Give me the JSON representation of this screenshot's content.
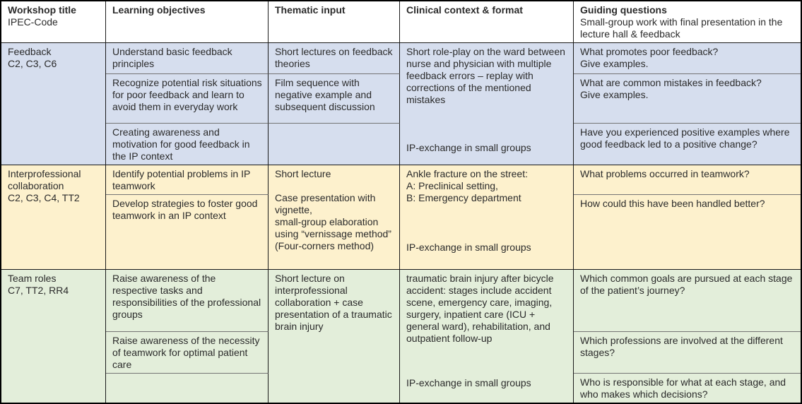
{
  "header": {
    "workshop_title": "Workshop title",
    "workshop_sub": "IPEC-Code",
    "objectives": "Learning objectives",
    "thematic": "Thematic input",
    "clinical": "Clinical context & format",
    "guiding_title": "Guiding questions",
    "guiding_sub": "Small-group work with final presentation in the lecture hall & feedback"
  },
  "colors": {
    "border": "#000000",
    "header_bg": "#ffffff"
  },
  "groups": [
    {
      "title": "Feedback",
      "code": "C2, C3, C6",
      "row_color": "#d6deee",
      "objectives": [
        "Understand basic feedback principles",
        "Recognize potential risk situations for poor feedback and learn to avoid them in everyday work",
        "Creating awareness and motivation for good feedback in the IP context"
      ],
      "thematic": [
        "Short lectures on feedback theories",
        "Film sequence with negative example and subsequent discussion",
        ""
      ],
      "clinical_main": "Short role-play on the ward between nurse and physician with multiple feedback errors – replay with corrections of the mentioned mistakes",
      "clinical_note": "IP-exchange in small groups",
      "questions": [
        "What promotes poor feedback?\nGive examples.",
        "What are common mistakes in feedback?\nGive examples.",
        "Have you experienced positive examples where good feedback led to a positive change?"
      ]
    },
    {
      "title": "Interprofessional collaboration",
      "code": "C2, C3, C4, TT2",
      "row_color": "#fdf1cd",
      "objectives": [
        "Identify potential problems in IP teamwork",
        "Develop strategies to foster good teamwork in an IP context"
      ],
      "thematic": [
        "Short lecture\n\nCase presentation with vignette,\nsmall-group elaboration using “vernissage method” (Four-corners method)"
      ],
      "clinical_main": "Ankle fracture on the street:\nA: Preclinical setting,\nB: Emergency department",
      "clinical_note": "IP-exchange in small groups",
      "questions": [
        "What problems occurred in teamwork?",
        "How could this have been handled better?"
      ]
    },
    {
      "title": "Team roles",
      "code": "C7, TT2, RR4",
      "row_color": "#e3eeda",
      "objectives": [
        "Raise awareness of the respective tasks and responsibilities of the professional groups",
        "Raise awareness of the necessity of teamwork for optimal patient care",
        ""
      ],
      "thematic": [
        "Short lecture on interprofessional collaboration + case presentation of a traumatic brain injury"
      ],
      "clinical_main": "traumatic brain injury after bicycle accident: stages include accident scene, emergency care, imaging, surgery, inpatient care (ICU + general ward), rehabilitation, and outpatient follow-up",
      "clinical_note": "IP-exchange in small groups",
      "questions": [
        "Which common goals are pursued at each stage of the patient’s journey?",
        "Which professions are involved at the different stages?",
        "Who is responsible for what at each stage, and who makes which decisions?"
      ]
    }
  ]
}
